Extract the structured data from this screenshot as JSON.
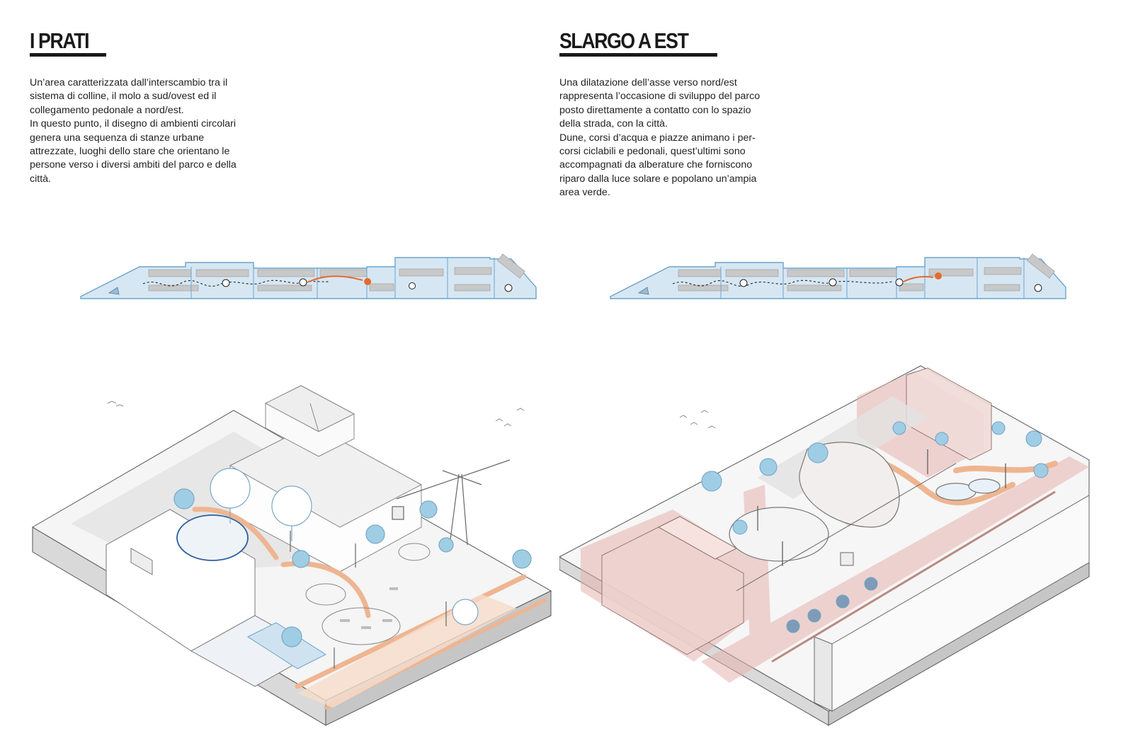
{
  "panels": [
    {
      "title": "I PRATI",
      "paragraphs": [
        "Un’area caratterizzata dall’interscambio tra il sistema di colline, il molo a sud/ovest ed il collegamento pedonale a nord/est.",
        "In questo punto, il disegno di ambienti circolari genera una sequenza di stanze urbane attrezzate, luoghi dello stare che orientano le persone verso i diversi ambiti del parco e della città."
      ],
      "keymap_marker": 0.63
    },
    {
      "title": "SLARGO A EST",
      "paragraphs": [
        "Una dilatazione dell’asse verso nord/est rappresenta l’occasione di sviluppo del parco posto direttamente a contatto con lo spazio della strada, con la città.",
        "Dune, corsi d’acqua e piazze animano i per-corsi ciclabili e pedonali, quest’ultimi sono accompagnati da alberature che forniscono riparo dalla luce solare e popolano un’ampia area verde."
      ],
      "keymap_marker": 0.72
    }
  ],
  "colors": {
    "text": "#1a1a1a",
    "map_fill": "#d6e7f3",
    "map_stroke": "#6fa3cc",
    "building": "#c8c8c8",
    "path_orange": "#e36b2c",
    "paving_orange": "#eeb591",
    "pink_zone": "#e6b3ae",
    "tree_blue": "#9fcde4",
    "base": "#d9d9d9"
  },
  "icons": [
    "arrow-right-icon",
    "location-dot-icon",
    "tree-icon",
    "bird-icon",
    "lamp-post-icon",
    "bench-icon"
  ]
}
